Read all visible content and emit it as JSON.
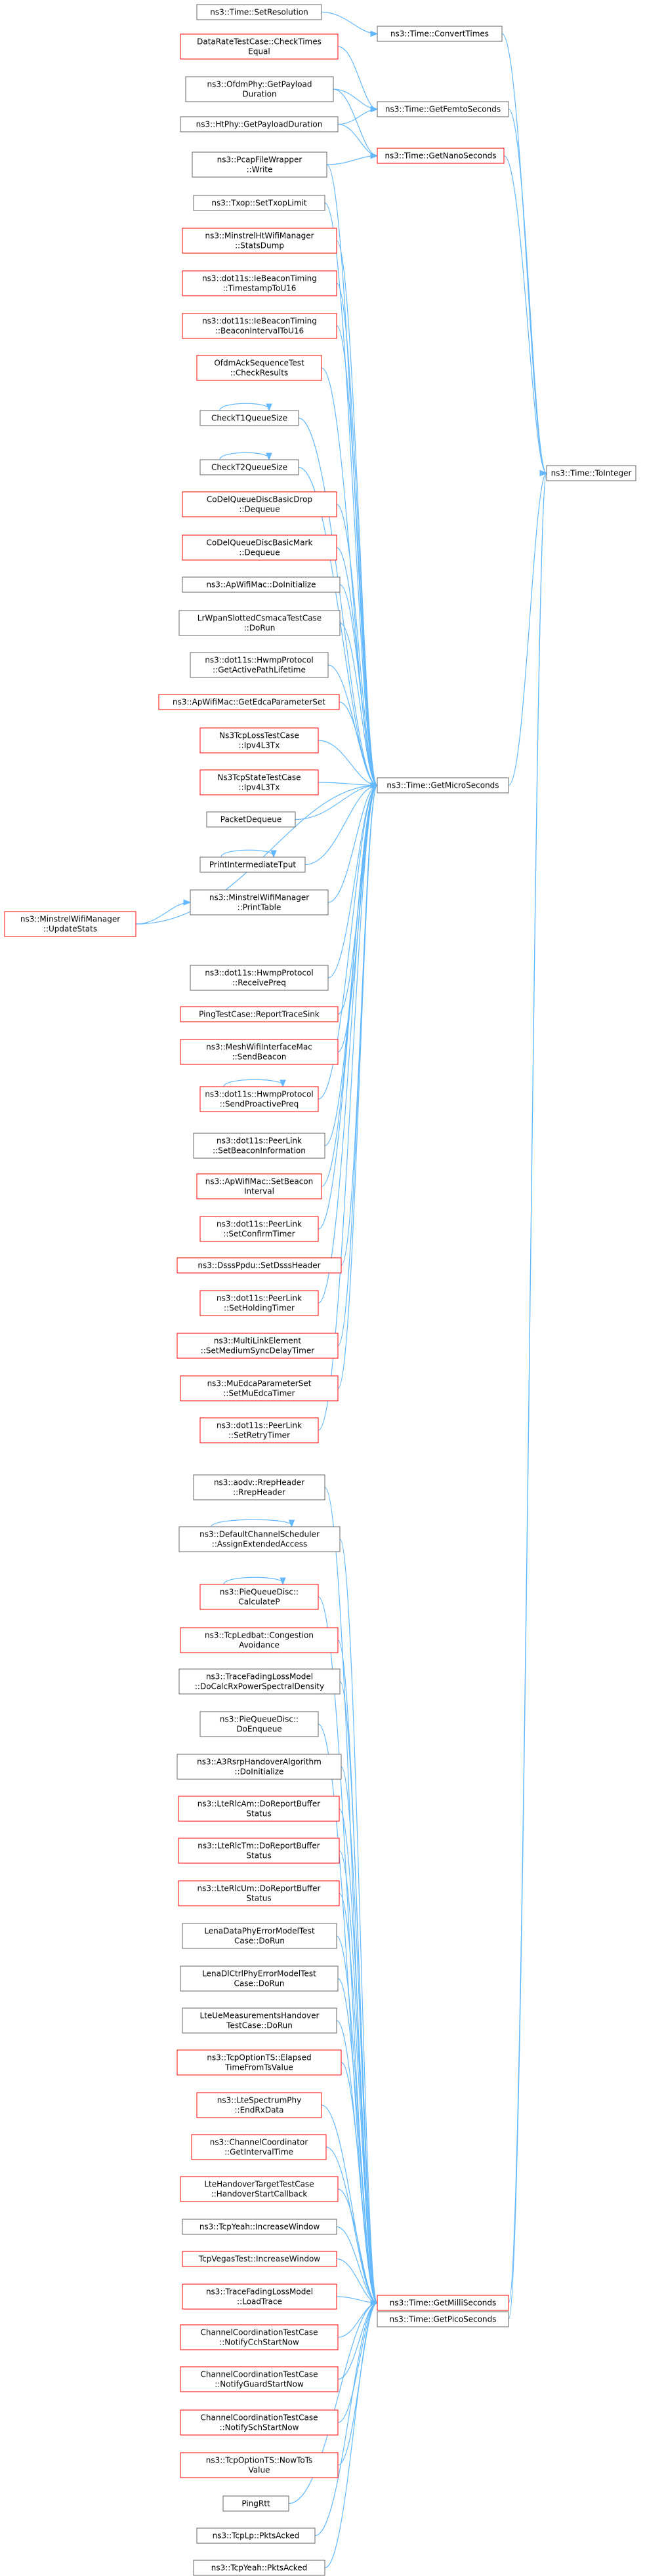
{
  "colors": {
    "edge": "#63b8ff",
    "node_border_normal": "#666666",
    "node_border_highlight": "#ff0000",
    "root_fill": "#999999",
    "node_fill": "#ffffff",
    "text": "#000000"
  },
  "nodes": [
    {
      "id": "toInteger",
      "lines": [
        "ns3::Time::ToInteger"
      ],
      "style": "root"
    },
    {
      "id": "convertTimes",
      "lines": [
        "ns3::Time::ConvertTimes"
      ],
      "style": "normal"
    },
    {
      "id": "getFemto",
      "lines": [
        "ns3::Time::GetFemtoSeconds"
      ],
      "style": "normal"
    },
    {
      "id": "getNano",
      "lines": [
        "ns3::Time::GetNanoSeconds"
      ],
      "style": "red"
    },
    {
      "id": "getMicro",
      "lines": [
        "ns3::Time::GetMicroSeconds"
      ],
      "style": "normal"
    },
    {
      "id": "getMilli",
      "lines": [
        "ns3::Time::GetMilliSeconds"
      ],
      "style": "red"
    },
    {
      "id": "getPico",
      "lines": [
        "ns3::Time::GetPicoSeconds"
      ],
      "style": "normal"
    },
    {
      "id": "setResolution",
      "lines": [
        "ns3::Time::SetResolution"
      ],
      "style": "normal"
    },
    {
      "id": "dataRate",
      "lines": [
        "DataRateTestCase::CheckTimes",
        "Equal"
      ],
      "style": "red"
    },
    {
      "id": "ofdmPayload",
      "lines": [
        "ns3::OfdmPhy::GetPayload",
        "Duration"
      ],
      "style": "normal"
    },
    {
      "id": "htPayload",
      "lines": [
        "ns3::HtPhy::GetPayloadDuration"
      ],
      "style": "normal"
    },
    {
      "id": "pcapWrite",
      "lines": [
        "ns3::PcapFileWrapper",
        "::Write"
      ],
      "style": "normal"
    },
    {
      "id": "txopLimit",
      "lines": [
        "ns3::Txop::SetTxopLimit"
      ],
      "style": "normal"
    },
    {
      "id": "minstrelHtStats",
      "lines": [
        "ns3::MinstrelHtWifiManager",
        "::StatsDump"
      ],
      "style": "red"
    },
    {
      "id": "ieBeaconTs",
      "lines": [
        "ns3::dot11s::IeBeaconTiming",
        "::TimestampToU16"
      ],
      "style": "red"
    },
    {
      "id": "ieBeaconInt",
      "lines": [
        "ns3::dot11s::IeBeaconTiming",
        "::BeaconIntervalToU16"
      ],
      "style": "red"
    },
    {
      "id": "ofdmAck",
      "lines": [
        "OfdmAckSequenceTest",
        "::CheckResults"
      ],
      "style": "red"
    },
    {
      "id": "checkT1",
      "lines": [
        "CheckT1QueueSize"
      ],
      "style": "normal"
    },
    {
      "id": "checkT2",
      "lines": [
        "CheckT2QueueSize"
      ],
      "style": "normal"
    },
    {
      "id": "codelDrop",
      "lines": [
        "CoDelQueueDiscBasicDrop",
        "::Dequeue"
      ],
      "style": "red"
    },
    {
      "id": "codelMark",
      "lines": [
        "CoDelQueueDiscBasicMark",
        "::Dequeue"
      ],
      "style": "red"
    },
    {
      "id": "apDoInit",
      "lines": [
        "ns3::ApWifiMac::DoInitialize"
      ],
      "style": "normal"
    },
    {
      "id": "lrwpan",
      "lines": [
        "LrWpanSlottedCsmacaTestCase",
        "::DoRun"
      ],
      "style": "normal"
    },
    {
      "id": "hwmpLifetime",
      "lines": [
        "ns3::dot11s::HwmpProtocol",
        "::GetActivePathLifetime"
      ],
      "style": "normal"
    },
    {
      "id": "apEdca",
      "lines": [
        "ns3::ApWifiMac::GetEdcaParameterSet"
      ],
      "style": "red"
    },
    {
      "id": "tcpLoss",
      "lines": [
        "Ns3TcpLossTestCase",
        "::Ipv4L3Tx"
      ],
      "style": "red"
    },
    {
      "id": "tcpState",
      "lines": [
        "Ns3TcpStateTestCase",
        "::Ipv4L3Tx"
      ],
      "style": "red"
    },
    {
      "id": "packetDequeue",
      "lines": [
        "PacketDequeue"
      ],
      "style": "normal"
    },
    {
      "id": "printTput",
      "lines": [
        "PrintIntermediateTput"
      ],
      "style": "normal"
    },
    {
      "id": "minstrelPrint",
      "lines": [
        "ns3::MinstrelWifiManager",
        "::PrintTable"
      ],
      "style": "normal"
    },
    {
      "id": "minstrelUpdate",
      "lines": [
        "ns3::MinstrelWifiManager",
        "::UpdateStats"
      ],
      "style": "red"
    },
    {
      "id": "hwmpPreq",
      "lines": [
        "ns3::dot11s::HwmpProtocol",
        "::ReceivePreq"
      ],
      "style": "normal"
    },
    {
      "id": "pingTrace",
      "lines": [
        "PingTestCase::ReportTraceSink"
      ],
      "style": "red"
    },
    {
      "id": "meshBeacon",
      "lines": [
        "ns3::MeshWifiInterfaceMac",
        "::SendBeacon"
      ],
      "style": "red"
    },
    {
      "id": "hwmpProactive",
      "lines": [
        "ns3::dot11s::HwmpProtocol",
        "::SendProactivePreq"
      ],
      "style": "red"
    },
    {
      "id": "peerBeaconInfo",
      "lines": [
        "ns3::dot11s::PeerLink",
        "::SetBeaconInformation"
      ],
      "style": "normal"
    },
    {
      "id": "apSendBeacon",
      "lines": [
        "ns3::ApWifiMac::SetBeacon",
        "Interval"
      ],
      "style": "red"
    },
    {
      "id": "peerConfirm",
      "lines": [
        "ns3::dot11s::PeerLink",
        "::SetConfirmTimer"
      ],
      "style": "red"
    },
    {
      "id": "dsss",
      "lines": [
        "ns3::DsssPpdu::SetDsssHeader"
      ],
      "style": "red"
    },
    {
      "id": "peerHolding",
      "lines": [
        "ns3::dot11s::PeerLink",
        "::SetHoldingTimer"
      ],
      "style": "red"
    },
    {
      "id": "multiLink",
      "lines": [
        "ns3::MultiLinkElement",
        "::SetMediumSyncDelayTimer"
      ],
      "style": "red"
    },
    {
      "id": "muEdca",
      "lines": [
        "ns3::MuEdcaParameterSet",
        "::SetMuEdcaTimer"
      ],
      "style": "red"
    },
    {
      "id": "peerRetry",
      "lines": [
        "ns3::dot11s::PeerLink",
        "::SetRetryTimer"
      ],
      "style": "red"
    },
    {
      "id": "aodvRrep",
      "lines": [
        "ns3::aodv::RrepHeader",
        "::RrepHeader"
      ],
      "style": "normal"
    },
    {
      "id": "defaultChan",
      "lines": [
        "ns3::DefaultChannelScheduler",
        "::AssignExtendedAccess"
      ],
      "style": "normal"
    },
    {
      "id": "pieCalc",
      "lines": [
        "ns3::PieQueueDisc::",
        "CalculateP"
      ],
      "style": "red"
    },
    {
      "id": "ledbat",
      "lines": [
        "ns3::TcpLedbat::Congestion",
        "Avoidance"
      ],
      "style": "red"
    },
    {
      "id": "traceFadingPsd",
      "lines": [
        "ns3::TraceFadingLossModel",
        "::DoCalcRxPowerSpectralDensity"
      ],
      "style": "normal"
    },
    {
      "id": "pieEnqueue",
      "lines": [
        "ns3::PieQueueDisc::",
        "DoEnqueue"
      ],
      "style": "normal"
    },
    {
      "id": "a3rsrp",
      "lines": [
        "ns3::A3RsrpHandoverAlgorithm",
        "::DoInitialize"
      ],
      "style": "normal"
    },
    {
      "id": "rlcAm",
      "lines": [
        "ns3::LteRlcAm::DoReportBuffer",
        "Status"
      ],
      "style": "red"
    },
    {
      "id": "rlcTm",
      "lines": [
        "ns3::LteRlcTm::DoReportBuffer",
        "Status"
      ],
      "style": "red"
    },
    {
      "id": "rlcUm",
      "lines": [
        "ns3::LteRlcUm::DoReportBuffer",
        "Status"
      ],
      "style": "red"
    },
    {
      "id": "lenaData",
      "lines": [
        "LenaDataPhyErrorModelTest",
        "Case::DoRun"
      ],
      "style": "normal"
    },
    {
      "id": "lenaDlCtrl",
      "lines": [
        "LenaDlCtrlPhyErrorModelTest",
        "Case::DoRun"
      ],
      "style": "normal"
    },
    {
      "id": "lteUeMeas",
      "lines": [
        "LteUeMeasurementsHandover",
        "TestCase::DoRun"
      ],
      "style": "normal"
    },
    {
      "id": "tcpOptElapsed",
      "lines": [
        "ns3::TcpOptionTS::Elapsed",
        "TimeFromTsValue"
      ],
      "style": "red"
    },
    {
      "id": "lteSpectrum",
      "lines": [
        "ns3::LteSpectrumPhy",
        "::EndRxData"
      ],
      "style": "red"
    },
    {
      "id": "chanCoordInt",
      "lines": [
        "ns3::ChannelCoordinator",
        "::GetIntervalTime"
      ],
      "style": "red"
    },
    {
      "id": "lteHandover",
      "lines": [
        "LteHandoverTargetTestCase",
        "::HandoverStartCallback"
      ],
      "style": "red"
    },
    {
      "id": "tcpYeahInc",
      "lines": [
        "ns3::TcpYeah::IncreaseWindow"
      ],
      "style": "normal"
    },
    {
      "id": "tcpVegasInc",
      "lines": [
        "TcpVegasTest::IncreaseWindow"
      ],
      "style": "red"
    },
    {
      "id": "traceFadingLoad",
      "lines": [
        "ns3::TraceFadingLossModel",
        "::LoadTrace"
      ],
      "style": "red"
    },
    {
      "id": "ccCch",
      "lines": [
        "ChannelCoordinationTestCase",
        "::NotifyCchStartNow"
      ],
      "style": "red"
    },
    {
      "id": "ccGuard",
      "lines": [
        "ChannelCoordinationTestCase",
        "::NotifyGuardStartNow"
      ],
      "style": "red"
    },
    {
      "id": "ccSch",
      "lines": [
        "ChannelCoordinationTestCase",
        "::NotifySchStartNow"
      ],
      "style": "red"
    },
    {
      "id": "tcpOptNow",
      "lines": [
        "ns3::TcpOptionTS::NowToTs",
        "Value"
      ],
      "style": "red"
    },
    {
      "id": "pingRtt",
      "lines": [
        "PingRtt"
      ],
      "style": "normal"
    },
    {
      "id": "tcpLpAcked",
      "lines": [
        "ns3::TcpLp::PktsAcked"
      ],
      "style": "normal"
    },
    {
      "id": "tcpYeahAcked",
      "lines": [
        "ns3::TcpYeah::PktsAcked"
      ],
      "style": "normal"
    }
  ],
  "edges": [
    [
      "convertTimes",
      "toInteger"
    ],
    [
      "getFemto",
      "toInteger"
    ],
    [
      "getNano",
      "toInteger"
    ],
    [
      "getMicro",
      "toInteger"
    ],
    [
      "getMilli",
      "toInteger"
    ],
    [
      "getPico",
      "toInteger"
    ],
    [
      "setResolution",
      "convertTimes"
    ],
    [
      "dataRate",
      "getFemto"
    ],
    [
      "ofdmPayload",
      "getFemto"
    ],
    [
      "htPayload",
      "getFemto"
    ],
    [
      "ofdmPayload",
      "getNano"
    ],
    [
      "htPayload",
      "getNano"
    ],
    [
      "pcapWrite",
      "getNano"
    ],
    [
      "pcapWrite",
      "getMicro"
    ],
    [
      "txopLimit",
      "getMicro"
    ],
    [
      "minstrelHtStats",
      "getMicro"
    ],
    [
      "ieBeaconTs",
      "getMicro"
    ],
    [
      "ieBeaconInt",
      "getMicro"
    ],
    [
      "ofdmAck",
      "getMicro"
    ],
    [
      "checkT1",
      "getMicro"
    ],
    [
      "checkT2",
      "getMicro"
    ],
    [
      "codelDrop",
      "getMicro"
    ],
    [
      "codelMark",
      "getMicro"
    ],
    [
      "apDoInit",
      "getMicro"
    ],
    [
      "lrwpan",
      "getMicro"
    ],
    [
      "hwmpLifetime",
      "getMicro"
    ],
    [
      "apEdca",
      "getMicro"
    ],
    [
      "tcpLoss",
      "getMicro"
    ],
    [
      "tcpState",
      "getMicro"
    ],
    [
      "packetDequeue",
      "getMicro"
    ],
    [
      "printTput",
      "getMicro"
    ],
    [
      "minstrelPrint",
      "getMicro"
    ],
    [
      "minstrelUpdate",
      "minstrelPrint"
    ],
    [
      "minstrelUpdate",
      "getMicro"
    ],
    [
      "hwmpPreq",
      "getMicro"
    ],
    [
      "pingTrace",
      "getMicro"
    ],
    [
      "meshBeacon",
      "getMicro"
    ],
    [
      "hwmpProactive",
      "getMicro"
    ],
    [
      "peerBeaconInfo",
      "getMicro"
    ],
    [
      "apSendBeacon",
      "getMicro"
    ],
    [
      "peerConfirm",
      "getMicro"
    ],
    [
      "dsss",
      "getMicro"
    ],
    [
      "peerHolding",
      "getMicro"
    ],
    [
      "multiLink",
      "getMicro"
    ],
    [
      "muEdca",
      "getMicro"
    ],
    [
      "peerRetry",
      "getMicro"
    ],
    [
      "aodvRrep",
      "getMilli"
    ],
    [
      "defaultChan",
      "getMilli"
    ],
    [
      "pieCalc",
      "getMilli"
    ],
    [
      "ledbat",
      "getMilli"
    ],
    [
      "traceFadingPsd",
      "getMilli"
    ],
    [
      "pieEnqueue",
      "getMilli"
    ],
    [
      "a3rsrp",
      "getMilli"
    ],
    [
      "rlcAm",
      "getMilli"
    ],
    [
      "rlcTm",
      "getMilli"
    ],
    [
      "rlcUm",
      "getMilli"
    ],
    [
      "lenaData",
      "getMilli"
    ],
    [
      "lenaDlCtrl",
      "getMilli"
    ],
    [
      "lteUeMeas",
      "getMilli"
    ],
    [
      "tcpOptElapsed",
      "getMilli"
    ],
    [
      "lteSpectrum",
      "getMilli"
    ],
    [
      "chanCoordInt",
      "getMilli"
    ],
    [
      "lteHandover",
      "getMilli"
    ],
    [
      "tcpYeahInc",
      "getMilli"
    ],
    [
      "tcpVegasInc",
      "getMilli"
    ],
    [
      "traceFadingLoad",
      "getMilli"
    ],
    [
      "ccCch",
      "getMilli"
    ],
    [
      "ccGuard",
      "getMilli"
    ],
    [
      "ccSch",
      "getMilli"
    ],
    [
      "tcpOptNow",
      "getMilli"
    ],
    [
      "pingRtt",
      "getMilli"
    ],
    [
      "tcpLpAcked",
      "getMilli"
    ],
    [
      "tcpYeahAcked",
      "getMilli"
    ]
  ],
  "self_loops": [
    "checkT1",
    "checkT2",
    "printTput",
    "hwmpProactive",
    "defaultChan",
    "pieCalc"
  ]
}
